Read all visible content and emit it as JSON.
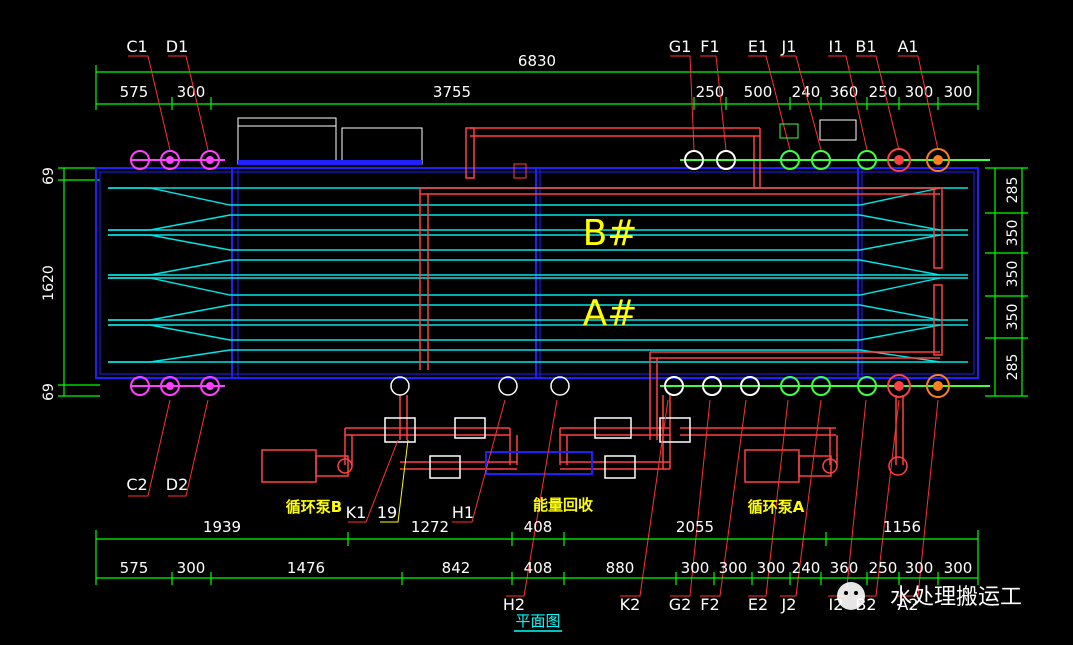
{
  "colors": {
    "bg": "#000000",
    "frame": "#2020ff",
    "tube": "#00e5e5",
    "dim": "#00ff00",
    "pipe": "#ff3030",
    "text": "#ffffff",
    "yellow": "#ffff00",
    "magenta": "#ff40ff",
    "orange": "#ff8020",
    "green_pipe": "#40ff40",
    "title": "#00ffff"
  },
  "dims": {
    "total": "6830",
    "top": [
      "575",
      "300",
      "3755",
      "250",
      "500",
      "240",
      "360",
      "250",
      "300",
      "300"
    ],
    "left": [
      "69",
      "1620",
      "69"
    ],
    "right": [
      "285",
      "350",
      "350",
      "350",
      "285"
    ],
    "bottom1": [
      "1939",
      "1272",
      "408",
      "2055",
      "1156"
    ],
    "bottom2": [
      "575",
      "300",
      "1476",
      "842",
      "408",
      "880",
      "300",
      "300",
      "300",
      "240",
      "360",
      "250",
      "300",
      "300"
    ]
  },
  "top_labels": [
    "C1",
    "D1",
    "G1",
    "F1",
    "E1",
    "J1",
    "I1",
    "B1",
    "A1"
  ],
  "bottom_labels": [
    "C2",
    "D2",
    "K1",
    "19",
    "H1",
    "H2",
    "K2",
    "G2",
    "F2",
    "E2",
    "J2",
    "I2",
    "B2",
    "A2"
  ],
  "tank_labels": {
    "b": "B#",
    "a": "A#"
  },
  "notes": {
    "pump_b": "循环泵B",
    "pump_a": "循环泵A",
    "energy": "能量回收",
    "plan": "平面图"
  },
  "watermark": "水处理搬运工"
}
